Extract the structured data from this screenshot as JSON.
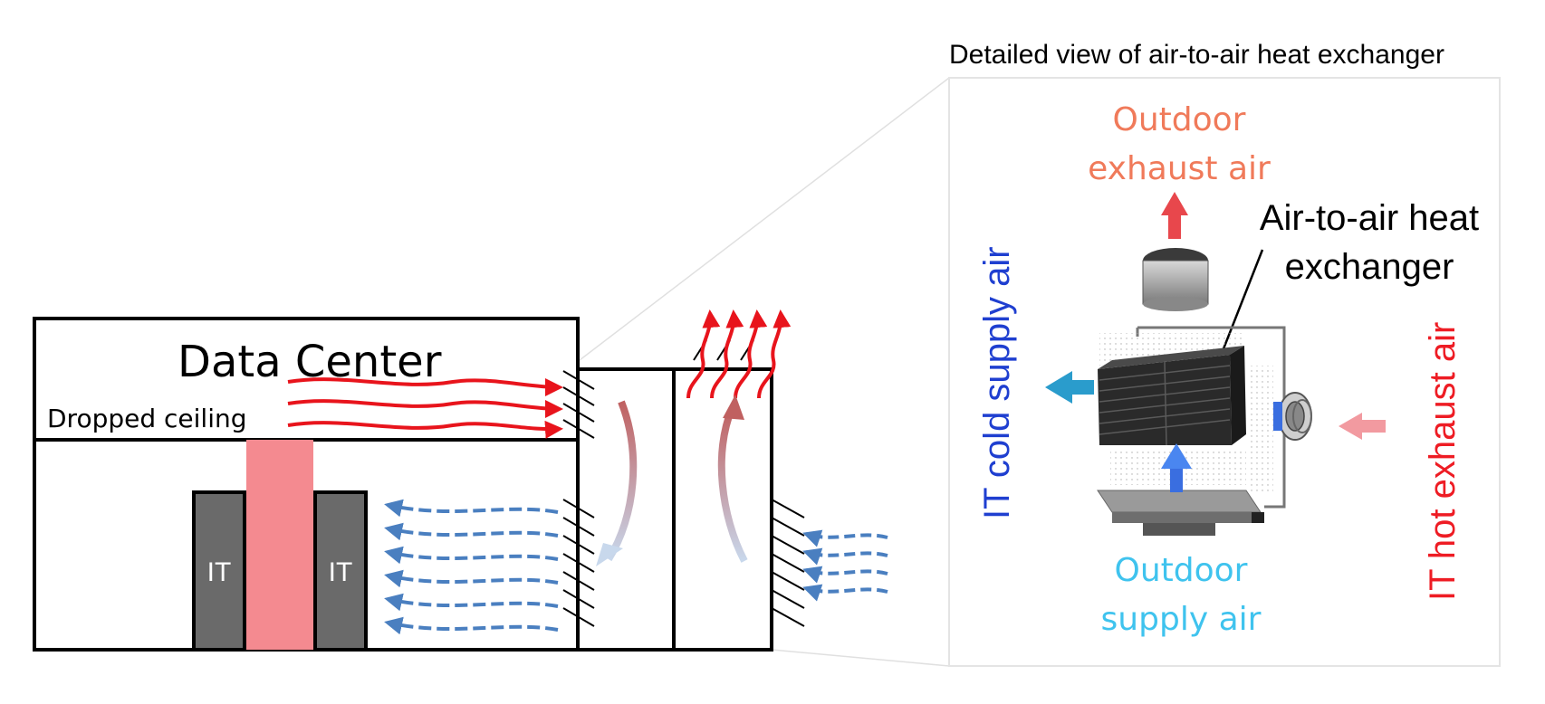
{
  "labels": {
    "data_center": "Data Center",
    "dropped_ceiling": "Dropped ceiling",
    "it_left": "IT",
    "it_right": "IT",
    "detail_title": "Detailed  view  of air-to-air  heat  exchanger",
    "outdoor_exhaust_line1": "Outdoor",
    "outdoor_exhaust_line2": "exhaust air",
    "heat_exchanger_line1": "Air-to-air heat",
    "heat_exchanger_line2": "exchanger",
    "it_cold_supply": "IT  cold  supply  air",
    "it_hot_exhaust": "IT hot exhaust air",
    "outdoor_supply_line1": "Outdoor",
    "outdoor_supply_line2": "supply air"
  },
  "colors": {
    "hot_air": "#e8141c",
    "cold_air": "#4a7fc0",
    "hot_aisle": "#f48a90",
    "it_rack": "#6a6a6a",
    "outdoor_exhaust_text": "#f07a5a",
    "outdoor_supply_text": "#3fc3ee",
    "cold_supply_text": "#1f3fd0",
    "hot_exhaust_text": "#ee1c24"
  }
}
